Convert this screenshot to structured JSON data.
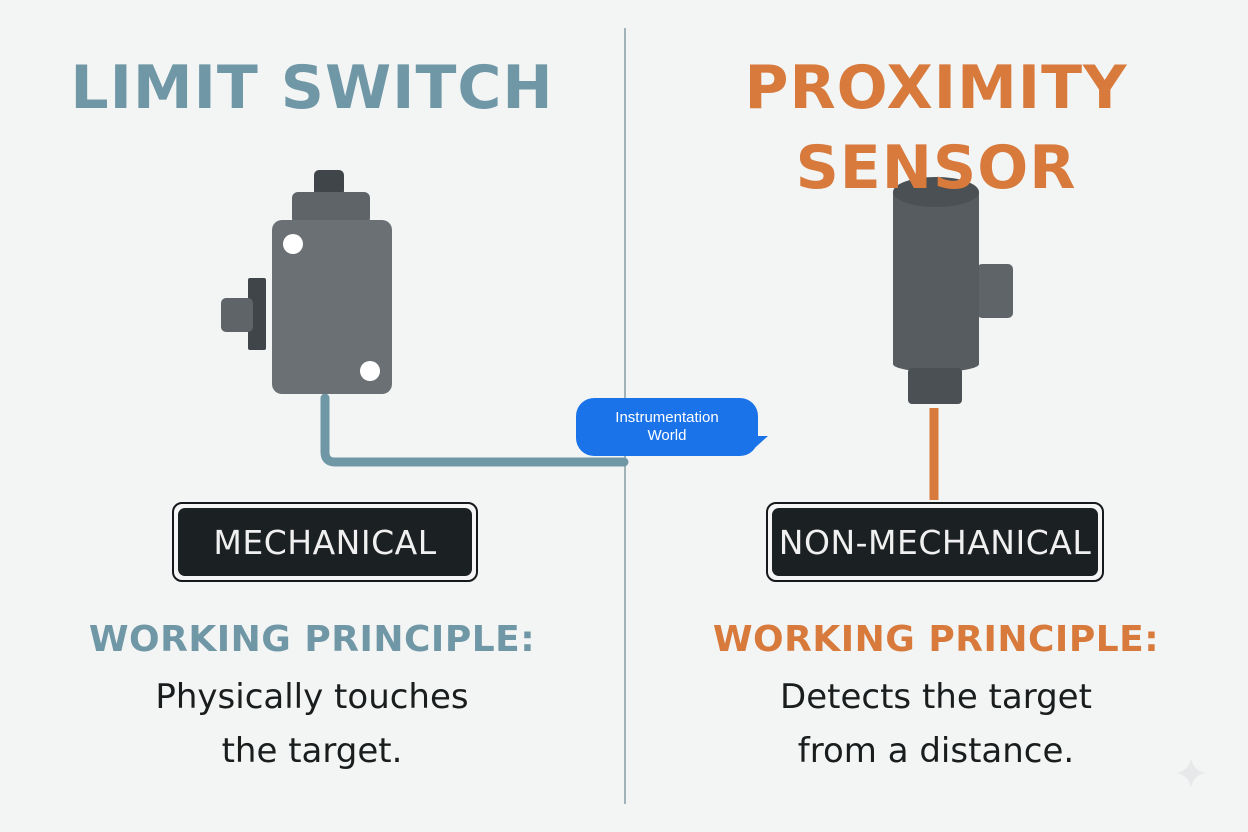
{
  "left": {
    "title": "LIMIT SWITCH",
    "badge": "MECHANICAL",
    "principle_label": "WORKING PRINCIPLE:",
    "description_lines": [
      "Physically touches",
      "the target."
    ],
    "accent_color": "#6f97a6"
  },
  "right": {
    "title": "PROXIMITY SENSOR",
    "badge": "NON-MECHANICAL",
    "principle_label": "WORKING PRINCIPLE:",
    "description_lines": [
      "Detects the target",
      "from a distance."
    ],
    "accent_color": "#d77a3c"
  },
  "watermark": {
    "lines": [
      "Instrumentation",
      "World"
    ],
    "color": "#1a73e8"
  },
  "icons": [
    "limit-switch-icon",
    "proximity-sensor-icon",
    "sparkle-icon"
  ]
}
